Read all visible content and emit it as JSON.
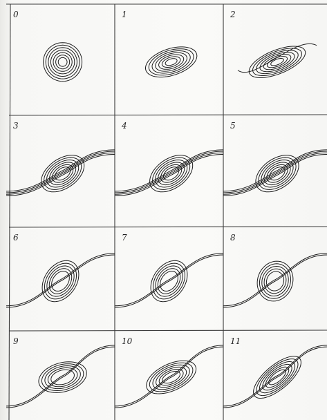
{
  "figure": {
    "panels": [
      {
        "label": "0",
        "stage": 0
      },
      {
        "label": "1",
        "stage": 1
      },
      {
        "label": "2",
        "stage": 2
      },
      {
        "label": "3",
        "stage": 3
      },
      {
        "label": "4",
        "stage": 4
      },
      {
        "label": "5",
        "stage": 5
      },
      {
        "label": "6",
        "stage": 6
      },
      {
        "label": "7",
        "stage": 7
      },
      {
        "label": "8",
        "stage": 8
      },
      {
        "label": "9",
        "stage": 9
      },
      {
        "label": "10",
        "stage": 10
      },
      {
        "label": "11",
        "stage": 11
      }
    ],
    "columns": 3,
    "rows": 4,
    "line_color": "#1c1c1c",
    "background_color": "#fafaf8"
  }
}
